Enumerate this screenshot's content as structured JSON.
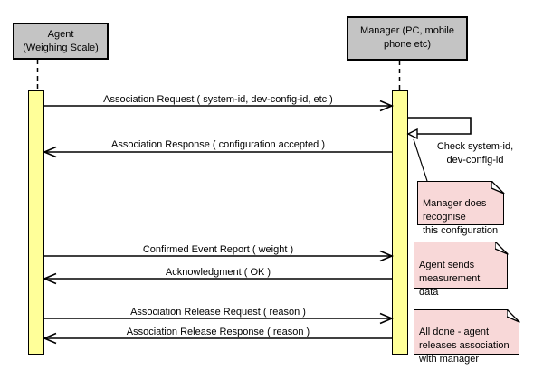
{
  "diagram_type": "uml-sequence-diagram",
  "actors": [
    {
      "id": "agent",
      "label": "Agent\n(Weighing Scale)"
    },
    {
      "id": "manager",
      "label": "Manager (PC, mobile\nphone etc)"
    }
  ],
  "messages": [
    {
      "label": "Association Request ( system-id, dev-config-id, etc )",
      "from": "agent",
      "to": "manager"
    },
    {
      "label": "Association Response ( configuration accepted )",
      "from": "manager",
      "to": "agent"
    },
    {
      "label": "Confirmed Event Report ( weight )",
      "from": "agent",
      "to": "manager"
    },
    {
      "label": "Acknowledgment ( OK )",
      "from": "manager",
      "to": "agent"
    },
    {
      "label": "Association Release Request ( reason )",
      "from": "agent",
      "to": "manager"
    },
    {
      "label": "Association Release Response ( reason )",
      "from": "manager",
      "to": "agent"
    }
  ],
  "self_message": {
    "actor": "manager",
    "label": "Check system-id,\ndev-config-id"
  },
  "notes": [
    {
      "text": "Manager does\nrecognise\nthis configuration"
    },
    {
      "text": "Agent sends\nmeasurement\ndata"
    },
    {
      "text": "All done - agent\nreleases association\nwith manager"
    }
  ],
  "colors": {
    "actor_fill": "#c4c4c4",
    "activation_fill": "#ffff99",
    "note_fill": "#f8d8d8",
    "line": "#000000",
    "background": "#ffffff"
  }
}
